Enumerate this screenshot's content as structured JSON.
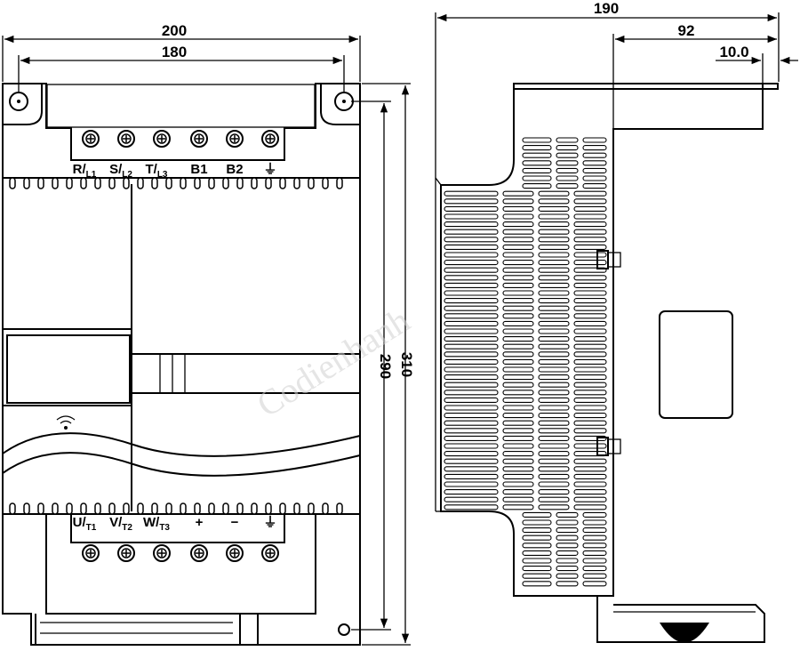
{
  "dimensions": {
    "front_width_outer": "200",
    "front_width_holes": "180",
    "front_height_holes": "290",
    "front_height_outer": "310",
    "side_depth_total": "190",
    "side_depth_partial": "92",
    "side_offset": "10.0"
  },
  "terminals_top": [
    {
      "main": "R",
      "sub": "L1",
      "slash": true
    },
    {
      "main": "S",
      "sub": "L2",
      "slash": true
    },
    {
      "main": "T",
      "sub": "L3",
      "slash": true
    },
    {
      "main": "B1",
      "sub": "",
      "slash": false
    },
    {
      "main": "B2",
      "sub": "",
      "slash": false
    },
    {
      "main": "⏚",
      "sub": "",
      "slash": false
    }
  ],
  "terminals_bottom": [
    {
      "main": "U",
      "sub": "T1",
      "slash": true
    },
    {
      "main": "V",
      "sub": "T2",
      "slash": true
    },
    {
      "main": "W",
      "sub": "T3",
      "slash": true
    },
    {
      "main": "+",
      "sub": "",
      "slash": false
    },
    {
      "main": "−",
      "sub": "",
      "slash": false
    },
    {
      "main": "⏚",
      "sub": "",
      "slash": false
    }
  ],
  "watermark": "Codienhanh"
}
